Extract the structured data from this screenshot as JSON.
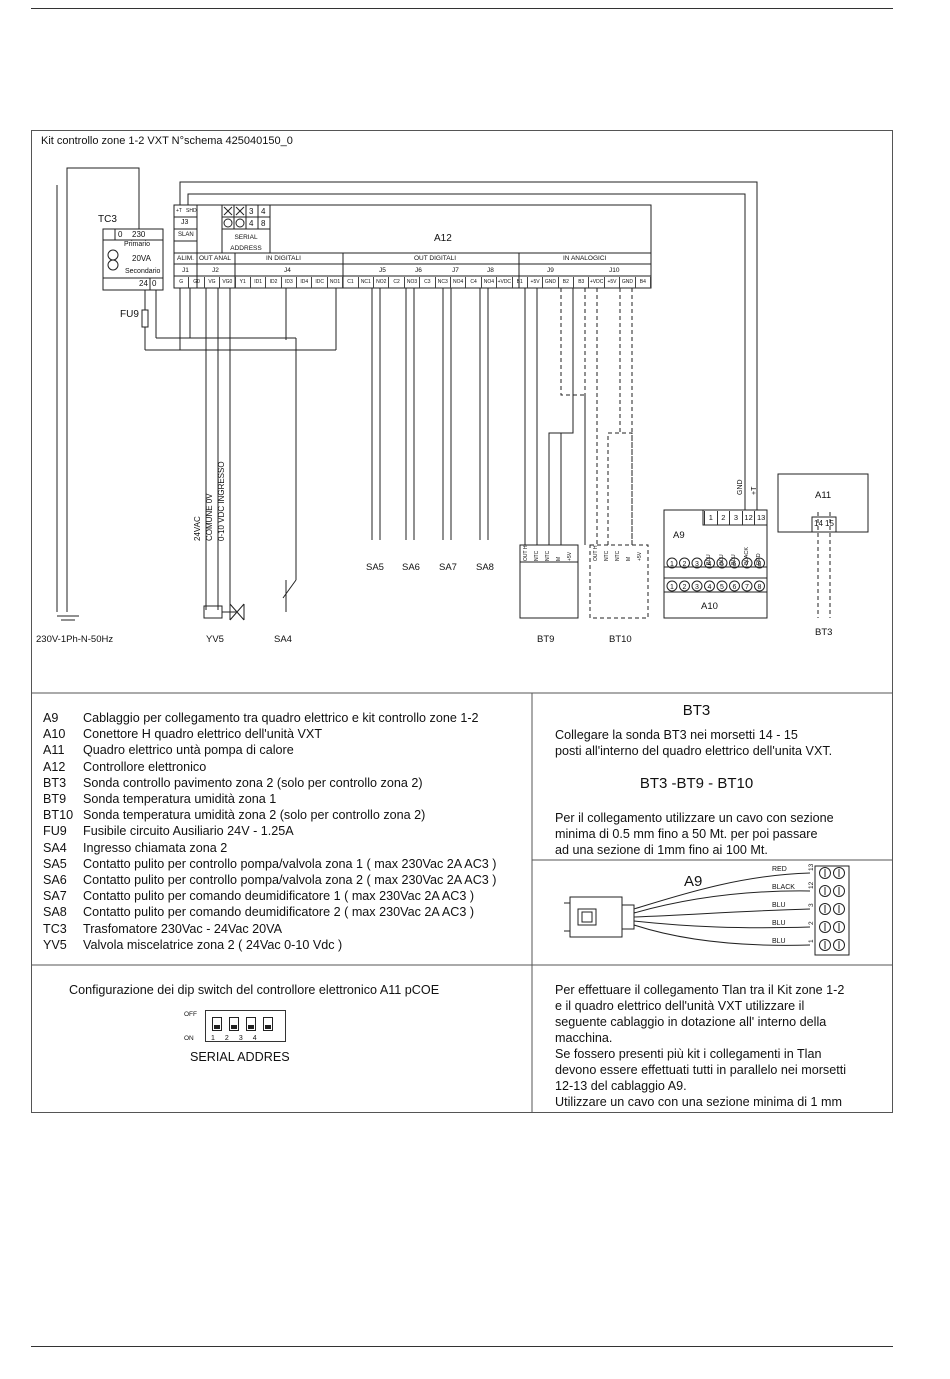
{
  "title": "Kit controllo zone 1-2 VXT N°schema 425040150_0",
  "controller": {
    "name": "A12",
    "conn_top": [
      "+T",
      "SHD",
      "J3",
      "SLAN"
    ],
    "serial_address_label": "SERIAL ADDRESS",
    "dip_numbers": [
      "3",
      "4",
      "4",
      "8"
    ],
    "sections": [
      "ALIM.",
      "OUT ANAL",
      "IN DIGITALI",
      "OUT DIGITALI",
      "IN ANALOGICI"
    ],
    "connectors": [
      "J1",
      "J2",
      "J4",
      "J5",
      "J6",
      "J7",
      "J8",
      "J9",
      "J10"
    ],
    "terminals": [
      "G",
      "G0",
      "VG",
      "VG0",
      "Y1",
      "ID1",
      "ID2",
      "ID3",
      "ID4",
      "IDC",
      "NO1",
      "C1",
      "NC1",
      "NO2",
      "C2",
      "NO3",
      "C3",
      "NC3",
      "NO4",
      "C4",
      "NO4",
      "+VDC",
      "B1",
      "+5V",
      "GND",
      "B2",
      "B3",
      "+VDC",
      "+5V",
      "GND",
      "B4"
    ]
  },
  "transformer": {
    "name": "TC3",
    "primary": [
      "0",
      "230"
    ],
    "primary_label": "Primario",
    "rating": "20VA",
    "secondary": [
      "24",
      "0"
    ],
    "secondary_label": "Secondario"
  },
  "fuse": "FU9",
  "power_supply": "230V-1Ph-N-50Hz",
  "valve": {
    "name": "YV5",
    "wires": [
      "24VAC",
      "COMUNE 0V",
      "0-10 VDC INGRESSO"
    ]
  },
  "switch": "SA4",
  "contacts": [
    "SA5",
    "SA6",
    "SA7",
    "SA8"
  ],
  "bt9": {
    "name": "BT9",
    "pins": [
      "OUT H",
      "NTC",
      "NTC",
      "M",
      "+5V"
    ]
  },
  "bt10": {
    "name": "BT10",
    "pins": [
      "OUT H",
      "NTC",
      "NTC",
      "M",
      "+5V"
    ]
  },
  "a9": {
    "name": "A9",
    "terminals": [
      "1",
      "2",
      "3",
      "12",
      "13"
    ],
    "wires": [
      "BLU",
      "BLU",
      "BLU",
      "BLACK",
      "RED"
    ],
    "side_labels": [
      "GND",
      "+T"
    ]
  },
  "a10": {
    "name": "A10",
    "row1": [
      "1",
      "2",
      "3",
      "4",
      "5",
      "6",
      "7",
      "8"
    ],
    "row2": [
      "1",
      "2",
      "3",
      "4",
      "5",
      "6",
      "7",
      "8"
    ]
  },
  "a11": {
    "name": "A11",
    "terminals": [
      "14",
      "15"
    ]
  },
  "bt3": "BT3",
  "legend": [
    {
      "code": "A9",
      "desc": "Cablaggio per collegamento tra quadro elettrico e kit controllo zone 1-2"
    },
    {
      "code": "A10",
      "desc": "Conettore H quadro elettrico dell'unità VXT"
    },
    {
      "code": "A11",
      "desc": "Quadro elettrico untà pompa di calore"
    },
    {
      "code": "A12",
      "desc": "Controllore elettronico"
    },
    {
      "code": "BT3",
      "desc": "Sonda controllo pavimento zona 2 (solo per controllo zona 2)"
    },
    {
      "code": "BT9",
      "desc": "Sonda temperatura umidità zona 1"
    },
    {
      "code": "BT10",
      "desc": "Sonda temperatura umidità zona 2 (solo per controllo zona 2)"
    },
    {
      "code": "FU9",
      "desc": "Fusibile circuito Ausiliario 24V - 1.25A"
    },
    {
      "code": "SA4",
      "desc": "Ingresso chiamata zona 2"
    },
    {
      "code": "SA5",
      "desc": "Contatto pulito per controllo pompa/valvola zona 1 ( max 230Vac 2A  AC3 )"
    },
    {
      "code": "SA6",
      "desc": "Contatto pulito per controllo pompa/valvola zona 2 ( max 230Vac 2A  AC3 )"
    },
    {
      "code": "SA7",
      "desc": "Contatto pulito per comando deumidificatore 1 ( max 230Vac 2A  AC3 )"
    },
    {
      "code": "SA8",
      "desc": "Contatto pulito per comando deumidificatore 2 ( max 230Vac 2A  AC3 )"
    },
    {
      "code": "TC3",
      "desc": "Trasfomatore 230Vac - 24Vac 20VA"
    },
    {
      "code": "YV5",
      "desc": "Valvola miscelatrice zona 2   ( 24Vac  0-10 Vdc )"
    }
  ],
  "notes": {
    "bt3_header": "BT3",
    "bt3_lines": [
      "Collegare la sonda BT3 nei morsetti 14 - 15",
      "posti all'interno del quadro elettrico dell'unita VXT."
    ],
    "cable_header": "BT3 -BT9 - BT10",
    "cable_lines": [
      "Per il collegamento utilizzare un cavo con sezione",
      "minima di 0.5 mm fino a 50 Mt. per poi passare",
      "ad una sezione di 1mm fino ai 100 Mt."
    ],
    "a9_label": "A9",
    "tlan_lines": [
      "Per effettuare il collegamento Tlan tra il Kit zone 1-2",
      "e il quadro elettrico dell'unità VXT utilizzare il",
      "seguente cablaggio in dotazione all' interno della",
      "macchina.",
      "Se fossero presenti più kit i collegamenti in Tlan",
      "devono essere effettuati tutti in parallelo nei morsetti",
      "12-13 del cablaggio A9.",
      "Utilizzare un cavo con una sezione minima di 1 mm"
    ]
  },
  "dip": {
    "title": "Configurazione dei dip switch del controllore elettronico A11 pCOE",
    "off": "OFF",
    "on": "ON",
    "numbers": [
      "1",
      "2",
      "3",
      "4"
    ],
    "caption": "SERIAL ADDRES"
  }
}
